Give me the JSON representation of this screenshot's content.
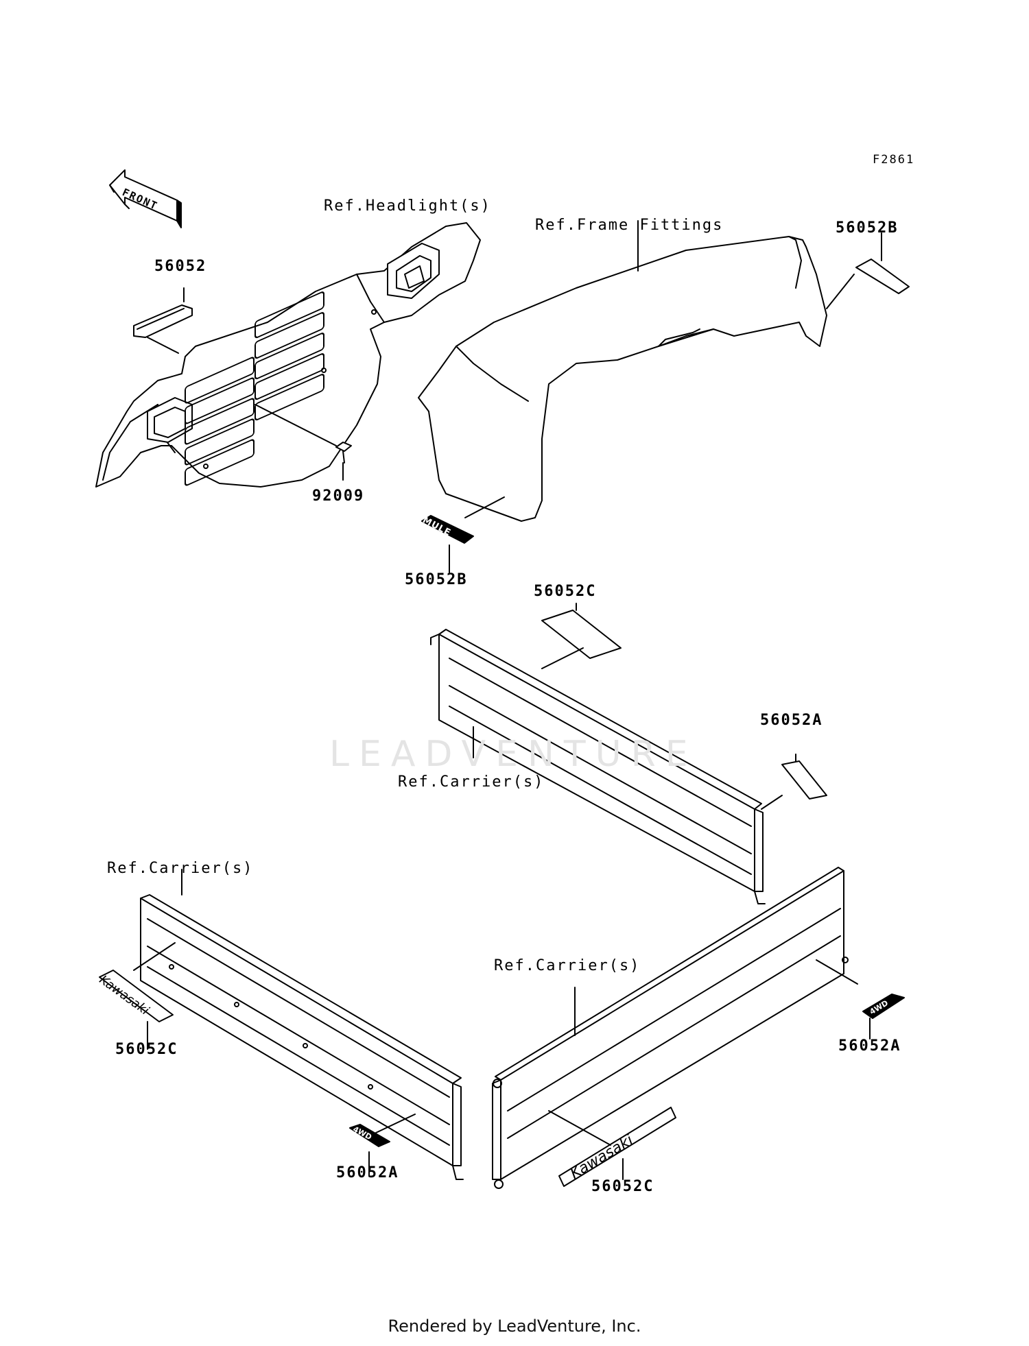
{
  "figure_id": "F2861",
  "front_arrow_text": "FRONT",
  "watermark_text": "LEADVENTURE",
  "callouts": {
    "ref_headlight": "Ref.Headlight(s)",
    "ref_frame_fittings": "Ref.Frame Fittings",
    "ref_carrier_1": "Ref.Carrier(s)",
    "ref_carrier_2": "Ref.Carrier(s)",
    "ref_carrier_3": "Ref.Carrier(s)"
  },
  "parts": {
    "p56052": "56052",
    "p92009": "92009",
    "p56052B_top": "56052B",
    "p56052B_bottom": "56052B",
    "p56052C_top": "56052C",
    "p56052A_mid": "56052A",
    "p56052C_left": "56052C",
    "p56052A_right": "56052A",
    "p56052A_bottom": "56052A",
    "p56052C_bottom": "56052C"
  },
  "decals": {
    "mule": "MULE",
    "kawasaki": "Kawasaki",
    "fourwd": "4WD"
  },
  "footer": "Rendered by LeadVenture, Inc."
}
